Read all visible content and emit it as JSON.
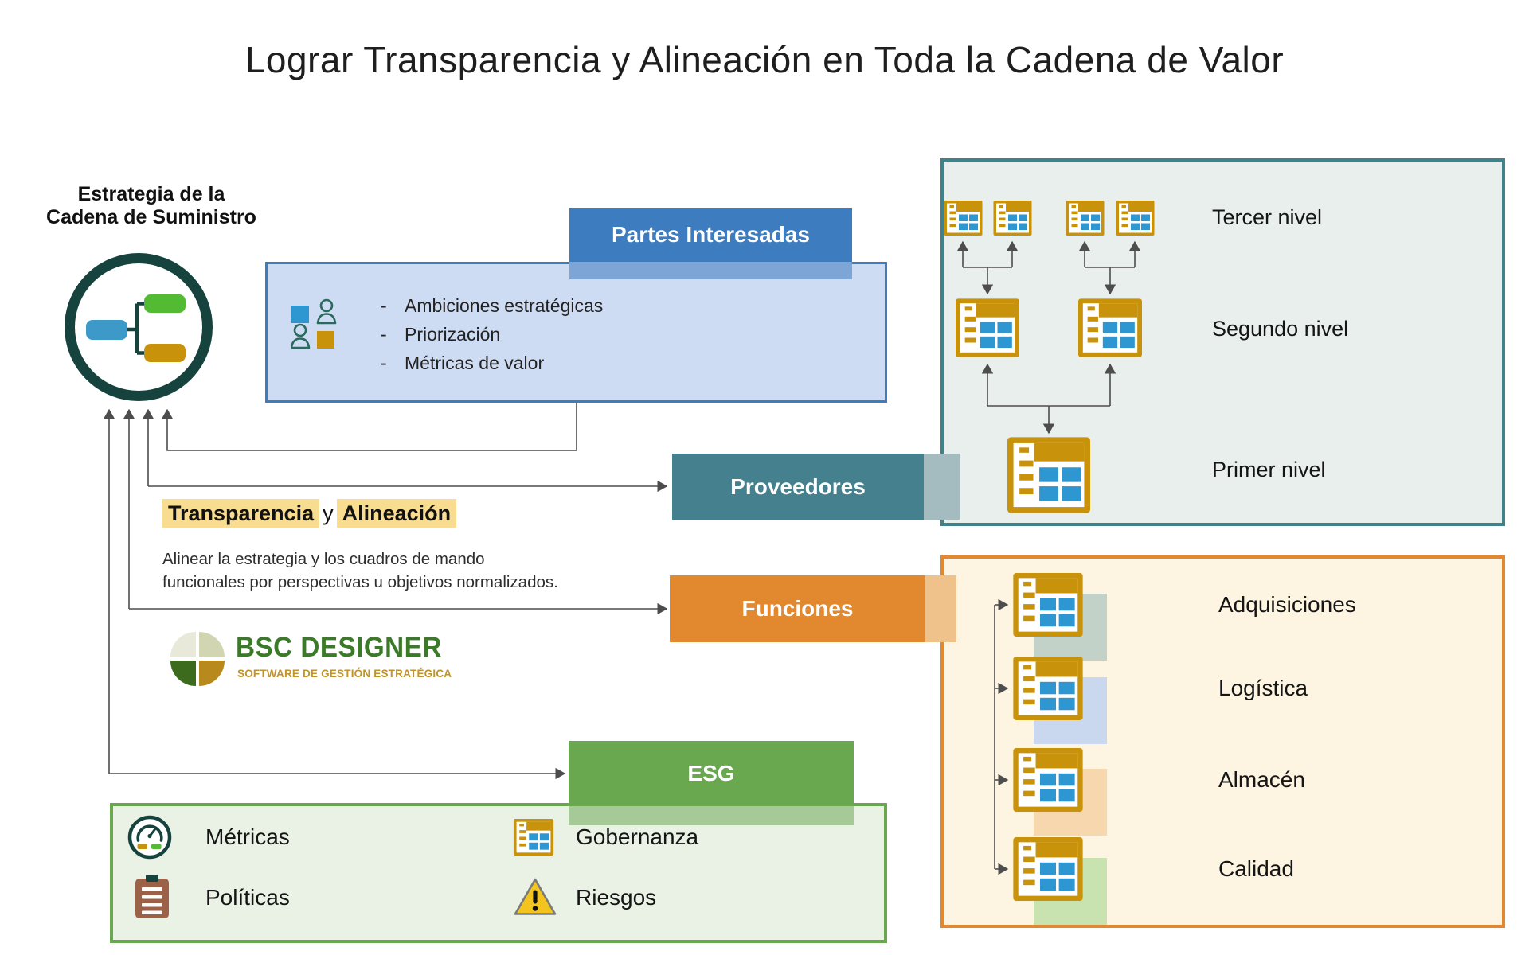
{
  "title": "Lograr Transparencia y Alineación en Toda la Cadena de Valor",
  "strategy": {
    "label_line1": "Estrategia de la",
    "label_line2": "Cadena de Suministro",
    "icon": "strategy-map-icon"
  },
  "stakeholders": {
    "header": "Partes Interesadas",
    "icon": "stakeholders-icon",
    "bullets": [
      "Ambiciones estratégicas",
      "Priorización",
      "Métricas de valor"
    ]
  },
  "suppliers": {
    "header": "Proveedores"
  },
  "functions": {
    "header": "Funciones"
  },
  "esg": {
    "header": "ESG",
    "items": [
      {
        "label": "Métricas",
        "icon": "gauge-icon"
      },
      {
        "label": "Gobernanza",
        "icon": "scorecard-icon"
      },
      {
        "label": "Políticas",
        "icon": "clipboard-icon"
      },
      {
        "label": "Riesgos",
        "icon": "warning-triangle-icon"
      }
    ]
  },
  "alignment": {
    "highlight1": "Transparencia",
    "conjunction": "y",
    "highlight2": "Alineación",
    "description_line1": "Alinear la estrategia y los cuadros de mando",
    "description_line2": "funcionales por perspectivas u objetivos normalizados."
  },
  "logo": {
    "name": "BSC DESIGNER",
    "tagline": "SOFTWARE DE GESTIÓN ESTRATÉGICA"
  },
  "levels_panel": {
    "labels": [
      "Tercer nivel",
      "Segundo nivel",
      "Primer nivel"
    ],
    "icon": "scorecard-icon"
  },
  "functions_panel": {
    "items": [
      "Adquisiciones",
      "Logística",
      "Almacén",
      "Calidad"
    ],
    "icon": "scorecard-icon"
  },
  "colors": {
    "blue_header": "#3e7cc0",
    "blue_box_fill": "#cddcf3",
    "teal_header": "#44808e",
    "teal_panel_border": "#3f8289",
    "orange_header": "#e2882f",
    "green_header": "#6aa84f",
    "dark_teal": "#17433e",
    "gold": "#c8920b",
    "cell_blue": "#2e96d1",
    "highlight_yellow": "#f8dd90",
    "arrow_gray": "#4d4d4d"
  }
}
